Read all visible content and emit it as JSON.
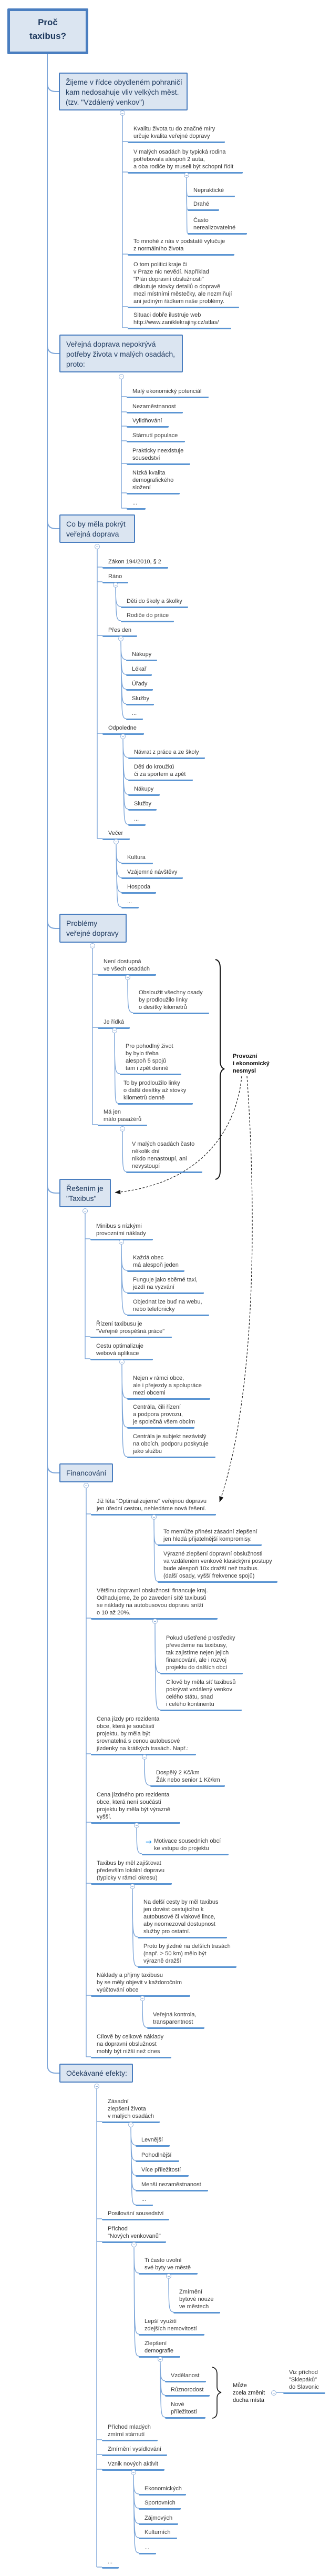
{
  "app": {
    "title": "Proč taxibus?"
  },
  "colors": {
    "node_fill": "#dbe5f1",
    "node_border": "#4a7ec0",
    "underline": "#5b95d3",
    "edge": "#7da6d9",
    "box_text": "#1f3a5f",
    "fork_text": "#383838",
    "annotation_text": "#0b0b0b",
    "arrow_icon": "#2f9bf0"
  },
  "icons": {
    "forward_arrow": "→"
  },
  "mindmap": {
    "root": {
      "label": "Proč\ntaxibus?"
    },
    "branches": [
      {
        "label": "Žijeme v řídce obydleném pohraničí\nkam nedosahuje vliv velkých měst.\n(tzv. \"Vzdálený venkov\")",
        "children": [
          {
            "label": "Kvalitu života tu do značné míry\nurčuje kvalita veřejné dopravy"
          },
          {
            "label": "V malých osadách by typická rodina\npotřebovala alespoň 2 auta,\na oba rodiče by museli být schopni řídit",
            "children": [
              {
                "label": "Nepraktické"
              },
              {
                "label": "Drahé"
              },
              {
                "label": "Často\nnerealizovatelné"
              }
            ]
          },
          {
            "label": "To mnohé z nás v podstatě vylučuje\nz normálního života"
          },
          {
            "label": "O tom politici kraje či\nv Praze nic nevědí. Například\n\"Plán dopravní obslužnosti\"\ndiskutuje stovky detailů o dopravě\nmezi místními městečky, ale nezmiňují\nani jediným řádkem naše problémy."
          },
          {
            "label": "Situaci dobře ilustruje web\nhttp://www.zaniklekrajiny.cz/atlas/"
          }
        ]
      },
      {
        "label": "Veřejná doprava nepokrývá\npotřeby života v malých osadách,\nproto:",
        "children": [
          {
            "label": "Malý ekonomický potenciál"
          },
          {
            "label": "Nezaměstnanost"
          },
          {
            "label": "Vylidňování"
          },
          {
            "label": "Stárnutí populace"
          },
          {
            "label": "Prakticky neexistuje\nsousedství"
          },
          {
            "label": "Nízká kvalita\ndemografického\nsložení"
          },
          {
            "label": "..."
          }
        ]
      },
      {
        "label": "Co by měla pokrýt\nveřejná doprava",
        "children": [
          {
            "label": "Zákon 194/2010, § 2"
          },
          {
            "label": "Ráno",
            "children": [
              {
                "label": "Děti do školy a školky"
              },
              {
                "label": "Rodiče do práce"
              }
            ]
          },
          {
            "label": "Přes den",
            "children": [
              {
                "label": "Nákupy"
              },
              {
                "label": "Lékař"
              },
              {
                "label": "Úřady"
              },
              {
                "label": "Služby"
              },
              {
                "label": "..."
              }
            ]
          },
          {
            "label": "Odpoledne",
            "children": [
              {
                "label": "Návrat z práce a ze školy"
              },
              {
                "label": "Děti do kroužků\nči za sportem a zpět"
              },
              {
                "label": "Nákupy"
              },
              {
                "label": "Služby"
              },
              {
                "label": "..."
              }
            ]
          },
          {
            "label": "Večer",
            "children": [
              {
                "label": "Kultura"
              },
              {
                "label": "Vzájemné návštěvy"
              },
              {
                "label": "Hospoda"
              },
              {
                "label": "..."
              }
            ]
          }
        ]
      },
      {
        "label": "Problémy\nveřejné dopravy",
        "children": [
          {
            "label": "Není dostupná\nve všech osadách",
            "children": [
              {
                "label": "Obsloužit všechny osady\nby prodloužilo linky\no desítky kilometrů"
              }
            ]
          },
          {
            "label": "Je řídká",
            "children": [
              {
                "label": "Pro pohodlný život\nby bylo třeba\nalespoň 5 spojů\ntam i zpět denně"
              },
              {
                "label": "To by prodloužilo linky\no další desítky až stovky\nkilometrů denně"
              }
            ]
          },
          {
            "label": "Má jen\nmálo pasažérů",
            "children": [
              {
                "label": "V malých osadách často\nněkolik dní\nnikdo nenastoupí, ani\nnevystoupí"
              }
            ]
          }
        ]
      },
      {
        "label": "Řešením je\n\"Taxibus\"",
        "children": [
          {
            "label": "Minibus s nízkými\nprovozními náklady",
            "children": [
              {
                "label": "Každá obec\nmá alespoň jeden"
              },
              {
                "label": "Funguje jako sběrné taxi,\njezdí na vyzvání"
              },
              {
                "label": "Objednat lze buď na webu,\nnebo telefonicky"
              }
            ]
          },
          {
            "label": "Řízení taxibusu je\n\"Veřejně prospěšná práce\""
          },
          {
            "label": "Cestu optimalizuje\nwebová aplikace",
            "children": [
              {
                "label": "Nejen v rámci obce,\nale i přejezdy a spolupráce\nmezi obcemi"
              },
              {
                "label": "Centrála, čili řízení\na podpora provozu,\nje společná všem obcím"
              },
              {
                "label": "Centrála je subjekt nezávislý\nna obcích, podporu poskytuje\njako službu"
              }
            ]
          }
        ]
      },
      {
        "label": "Financování",
        "children": [
          {
            "label": "Již léta \"Optimalizujeme\" veřejnou dopravu\njen úřední cestou, nehledáme nová řešení.",
            "children": [
              {
                "label": "To memůže přinést zásadní zlepšení\njen hledá přijatelnější kompromisy."
              },
              {
                "label": "Výrazné zlepšení dopravní obslužnosti\nva vzdáleném venkově klasickými postupy\nbude alespoň 10x dražší než taxibus.\n(další osady, vyšší frekvence spojů)"
              }
            ]
          },
          {
            "label": "Většinu dopravní obslužnosti financuje kraj.\nOdhadujeme, že po zavedení sítě taxibusů\nse náklady na autobusovou dopravu sníží\no 10 až 20%.",
            "children": [
              {
                "label": "Pokud ušetřené prostředky\npřevedeme na taxibusy,\ntak zajistíme nejen jejich\nfinancování, ale i rozvoj\nprojektu do dalších obcí"
              },
              {
                "label": "Cílově by měla síť taxibusů\npokrývat vzdálený venkov\ncelého státu, snad\ni celého kontinentu"
              }
            ]
          },
          {
            "label": "Cena jízdy pro rezidenta\nobce, která je součástí\nprojektu, by měla být\nsrovnatelná s cenou autobusové\njízdenky na krátkých trasách. Např.:",
            "children": [
              {
                "label": "Dospělý 2 Kč/km\nŽák nebo senior 1 Kč/km"
              }
            ]
          },
          {
            "label": "Cena jízdného pro rezidenta\nobce, která není součástí\nprojektu by měla být výrazně\nvyšší.",
            "children": [
              {
                "label": "Motivace sousedních obcí\nke vstupu do projektu",
                "icon": "forward-arrow"
              }
            ]
          },
          {
            "label": "Taxibus by měl zajišťovat\npředevším lokální dopravu\n(typicky v rámci okresu)",
            "children": [
              {
                "label": "Na delší cesty by měl taxibus\njen dovést cestujícího k\nautobusové či vlakové lince,\naby neomezoval dostupnost\nslužby pro ostatní."
              },
              {
                "label": "Proto by jízdné na delších trasách\n(např. > 50 km) mělo být\nvýrazně dražší"
              }
            ]
          },
          {
            "label": "Náklady a příjmy taxibusu\nby se měly objevit v každoročním\nvyúčtování obce",
            "children": [
              {
                "label": "Veřejná kontrola,\ntransparentnost"
              }
            ]
          },
          {
            "label": "Cílově by celkové náklady\nna dopravní obslužnost\nmohly být nižší než dnes"
          }
        ]
      },
      {
        "label": "Očekávané efekty:",
        "children": [
          {
            "label": "Zásadní\nzlepšení života\nv malých osadách",
            "children": [
              {
                "label": "Levnější"
              },
              {
                "label": "Pohodlnější"
              },
              {
                "label": "Více příležitostí"
              },
              {
                "label": "Menší nezaměstnanost"
              },
              {
                "label": "..."
              }
            ]
          },
          {
            "label": "Posilování sousedství"
          },
          {
            "label": "Příchod\n\"Nových venkovanů\"",
            "children": [
              {
                "label": "Ti často uvolní\nsvé byty ve městě",
                "children": [
                  {
                    "label": "Zmírnění\nbytové nouze\nve městech"
                  }
                ]
              },
              {
                "label": "Lepší využití\nzdejších nemovitostí"
              },
              {
                "label": "Zlepšení\ndemografie",
                "children": [
                  {
                    "label": "Vzdělanost"
                  },
                  {
                    "label": "Různorodost"
                  },
                  {
                    "label": "Nové\npříležitosti"
                  }
                ]
              }
            ]
          },
          {
            "label": "Příchod mladých\nzmírní stárnutí"
          },
          {
            "label": "Zmírnění vysídlování"
          },
          {
            "label": "Vznik nových aktivit",
            "children": [
              {
                "label": "Ekonomických"
              },
              {
                "label": "Sportovních"
              },
              {
                "label": "Zájmových"
              },
              {
                "label": "Kulturních"
              },
              {
                "label": "..."
              }
            ]
          },
          {
            "label": "..."
          }
        ]
      }
    ],
    "annotations": {
      "operational_nonsense": {
        "label": "Provozní\ni ekonomický\nnesmysl"
      },
      "spirit_change": {
        "label": "Může\nzcela změnit\nducha místa",
        "child": {
          "label": "Viz příchod\n\"Sklepáků\"\ndo Slavonic"
        }
      }
    }
  }
}
